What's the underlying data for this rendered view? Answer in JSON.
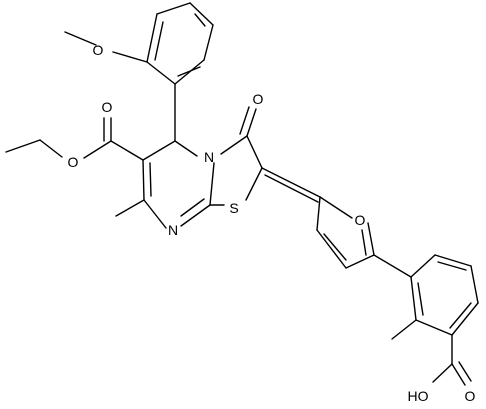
{
  "atom_labels": {
    "methoxy_o": "O",
    "ester_carbonyl_o": "O",
    "ester_ether_o": "O",
    "ketone_o": "O",
    "ring_n": "N",
    "imine_n": "N",
    "sulfur": "S",
    "furan_o": "O",
    "acid_o": "O",
    "acid_oh": "HO"
  }
}
